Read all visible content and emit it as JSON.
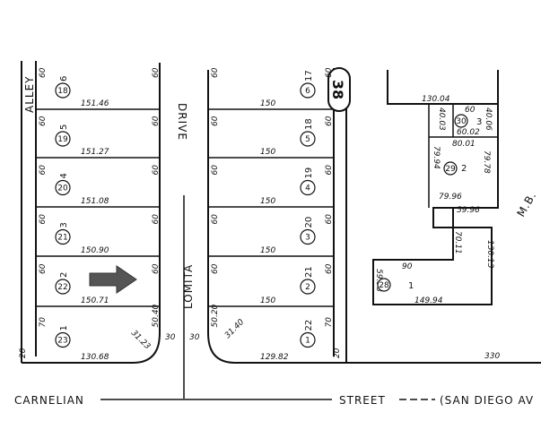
{
  "streets": {
    "alley": "ALLEY",
    "drive": "DRIVE",
    "lomita": "LOMITA",
    "carnelian": "CARNELIAN",
    "street": "STREET",
    "san_diego": "(SAN DIEGO AV"
  },
  "sheet_ref": "38",
  "mb_ref": "M.B.",
  "left_block": {
    "lots": [
      {
        "parcel": "18",
        "lot": "6",
        "depth": "151.46",
        "f1": "60",
        "f2": "60"
      },
      {
        "parcel": "19",
        "lot": "5",
        "depth": "151.27",
        "f1": "60",
        "f2": "60"
      },
      {
        "parcel": "20",
        "lot": "4",
        "depth": "151.08",
        "f1": "60",
        "f2": "60"
      },
      {
        "parcel": "21",
        "lot": "3",
        "depth": "150.90",
        "f1": "60",
        "f2": "60"
      },
      {
        "parcel": "22",
        "lot": "2",
        "depth": "150.71",
        "f1": "60",
        "f2": "60"
      },
      {
        "parcel": "23",
        "lot": "1",
        "depth": "130.68",
        "f1": "70",
        "f2": "50.40"
      }
    ],
    "curve_label": "31.23",
    "corner_a": "20",
    "corner_b": "30"
  },
  "right_block": {
    "lots": [
      {
        "parcel": "6",
        "lot": "17",
        "depth": "150",
        "f1": "60",
        "f2": "60"
      },
      {
        "parcel": "5",
        "lot": "18",
        "depth": "150",
        "f1": "60",
        "f2": "60"
      },
      {
        "parcel": "4",
        "lot": "19",
        "depth": "150",
        "f1": "60",
        "f2": "60"
      },
      {
        "parcel": "3",
        "lot": "20",
        "depth": "150",
        "f1": "60",
        "f2": "60"
      },
      {
        "parcel": "2",
        "lot": "21",
        "depth": "150",
        "f1": "60",
        "f2": "60"
      },
      {
        "parcel": "1",
        "lot": "22",
        "depth": "129.82",
        "f1": "50.20",
        "f2": "70"
      }
    ],
    "curve_label": "31.40",
    "corner_a": "30",
    "corner_b": "20"
  },
  "east_block": {
    "top_depth": "130.04",
    "p30": {
      "parcel": "30",
      "lot": "3",
      "d1": "60",
      "d2": "60.02",
      "d3": "40.03",
      "d4": "40.06"
    },
    "p29": {
      "parcel": "29",
      "lot": "2",
      "top": "80.01",
      "left": "79.94",
      "right": "79.78",
      "bottom": "79.96"
    },
    "p28": {
      "parcel": "28",
      "lot": "1",
      "top": "90",
      "left": "59.98",
      "bottom": "149.94",
      "mid": "70.11",
      "right": "130.13"
    },
    "step": "59.96",
    "frontage": "330"
  }
}
